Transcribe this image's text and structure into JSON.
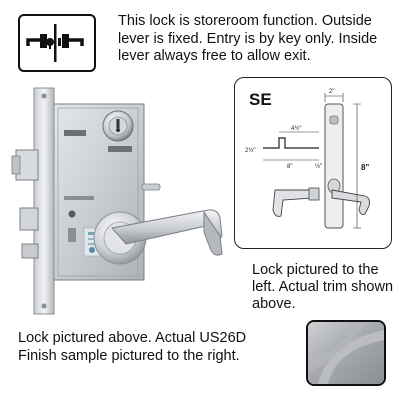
{
  "description": "This lock is storeroom function. Outside lever is fixed. Entry is by key only. Inside lever always free to allow exit.",
  "icons": {
    "function_icon": "storeroom-function-icon",
    "lock_photo": "mortise-lock-photo",
    "trim_diagram": "escutcheon-trim-diagram",
    "finish_sample": "finish-swatch"
  },
  "trim": {
    "model": "SE",
    "dims": {
      "width": "2\"",
      "length": "4½\"",
      "projection": "2½\"",
      "lever": "8\"",
      "height": "8\"",
      "small": "½\""
    }
  },
  "captions": {
    "right": "Lock pictured to the left. Actual trim shown above.",
    "bottom": "Lock pictured above. Actual US26D Finish sample pictured to the right."
  },
  "colors": {
    "text": "#111111",
    "metal_light": "#e4e6e9",
    "metal_mid": "#b9bcc1",
    "metal_dark": "#7c8087",
    "finish": "#a9acb0"
  }
}
